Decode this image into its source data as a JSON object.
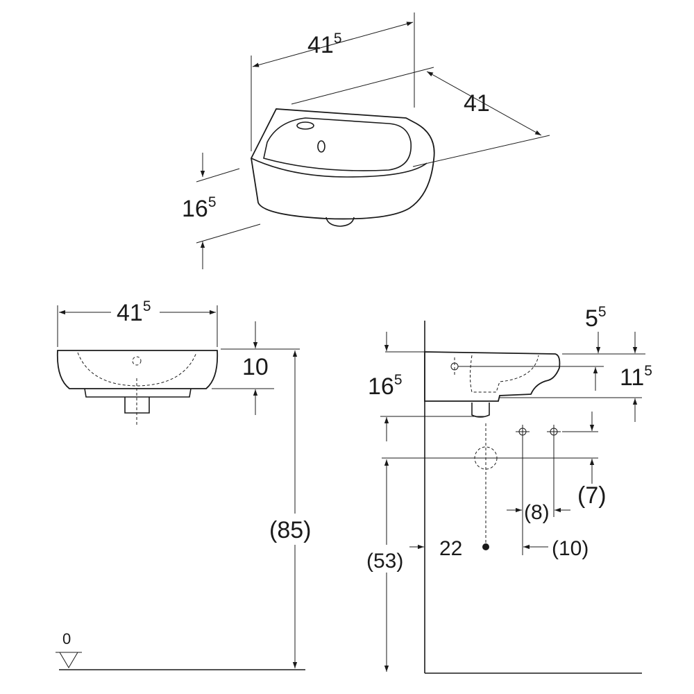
{
  "iso": {
    "width": {
      "base": "41",
      "sup": "5"
    },
    "depth": {
      "base": "41",
      "sup": ""
    },
    "height": {
      "base": "16",
      "sup": "5"
    }
  },
  "front": {
    "width": {
      "base": "41",
      "sup": "5"
    },
    "rim": {
      "base": "10",
      "sup": ""
    },
    "mount_height": "(85)",
    "floor_level": "0"
  },
  "side": {
    "wall_offset": {
      "base": "5",
      "sup": "5"
    },
    "height": {
      "base": "16",
      "sup": "5"
    },
    "tap_depth": {
      "base": "11",
      "sup": "5"
    },
    "supply_height": "(7)",
    "supply_spacing": "(8)",
    "drain_diameter": "22",
    "supply_offset": "(10)",
    "drain_height": "(53)"
  }
}
